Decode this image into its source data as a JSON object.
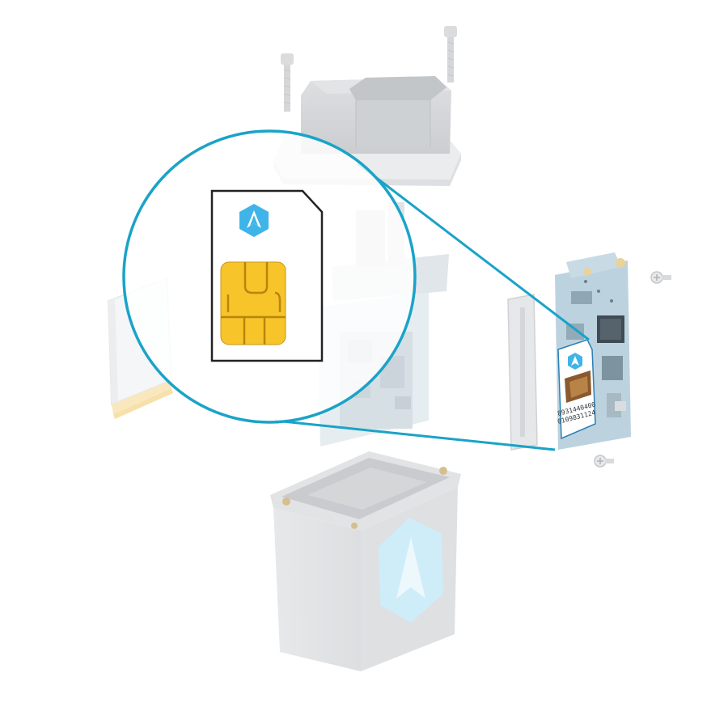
{
  "diagram": {
    "sim_label": {
      "line1": "8931440400",
      "line2": "0109831124"
    },
    "colors": {
      "callout": "#1aa3c8",
      "logo": "#3fb4e8",
      "chip": "#f7c42a",
      "chip_line": "#b8860b",
      "housing": "#e3e5e7",
      "housing_dark": "#c9ccd0",
      "pcb": "#cfe2ea",
      "logo_faded": "#bfe6f8"
    },
    "icons": {
      "brand": "triangle-hexagon-logo"
    }
  }
}
